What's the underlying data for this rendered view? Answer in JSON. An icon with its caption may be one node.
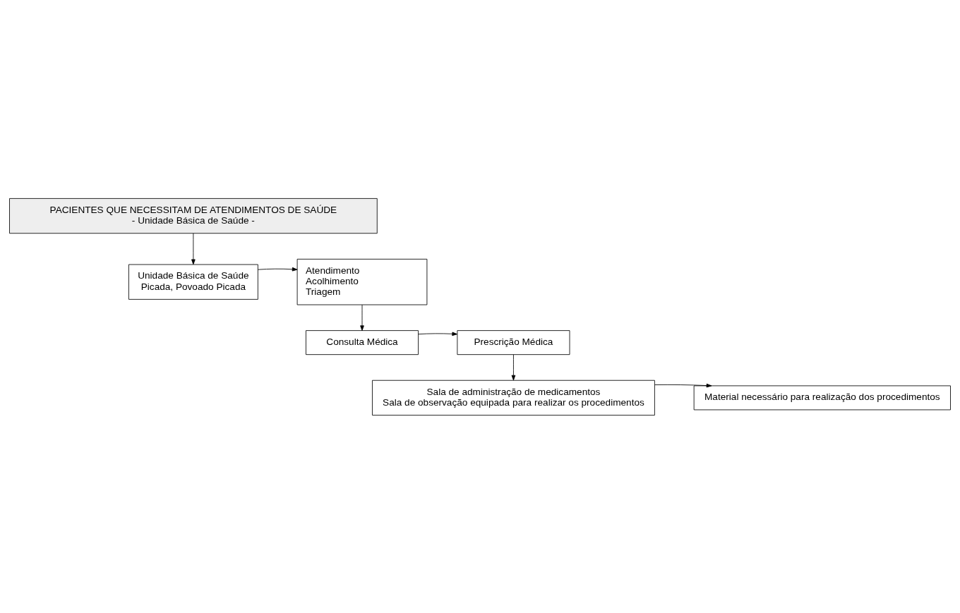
{
  "diagram": {
    "nodes": [
      {
        "text": [
          "PACIENTES QUE NECESSITAM DE ATENDIMENTOS DE SAÚDE",
          "- Unidade Básica de Saúde -"
        ]
      },
      {
        "text": [
          "Unidade Básica de Saúde",
          "Picada, Povoado Picada"
        ]
      },
      {
        "text": [
          "Atendimento",
          "Acolhimento",
          "Triagem"
        ]
      },
      {
        "text": [
          "Consulta Médica"
        ]
      },
      {
        "text": [
          "Prescrição Médica"
        ]
      },
      {
        "text": [
          "Sala de administração de medicamentos",
          "Sala de observação equipada para realizar os procedimentos"
        ]
      },
      {
        "text": [
          "Material necessário para realização dos procedimentos"
        ]
      }
    ],
    "edges": [
      {
        "from": 0,
        "to": 1,
        "arrow": "to"
      },
      {
        "from": 1,
        "to": 2,
        "arrow": "to"
      },
      {
        "from": 2,
        "to": 3,
        "arrow": "to"
      },
      {
        "from": 3,
        "to": 4,
        "arrow": "to"
      },
      {
        "from": 4,
        "to": 5,
        "arrow": "to"
      },
      {
        "from": 5,
        "to": 6,
        "arrow": "to"
      }
    ]
  }
}
